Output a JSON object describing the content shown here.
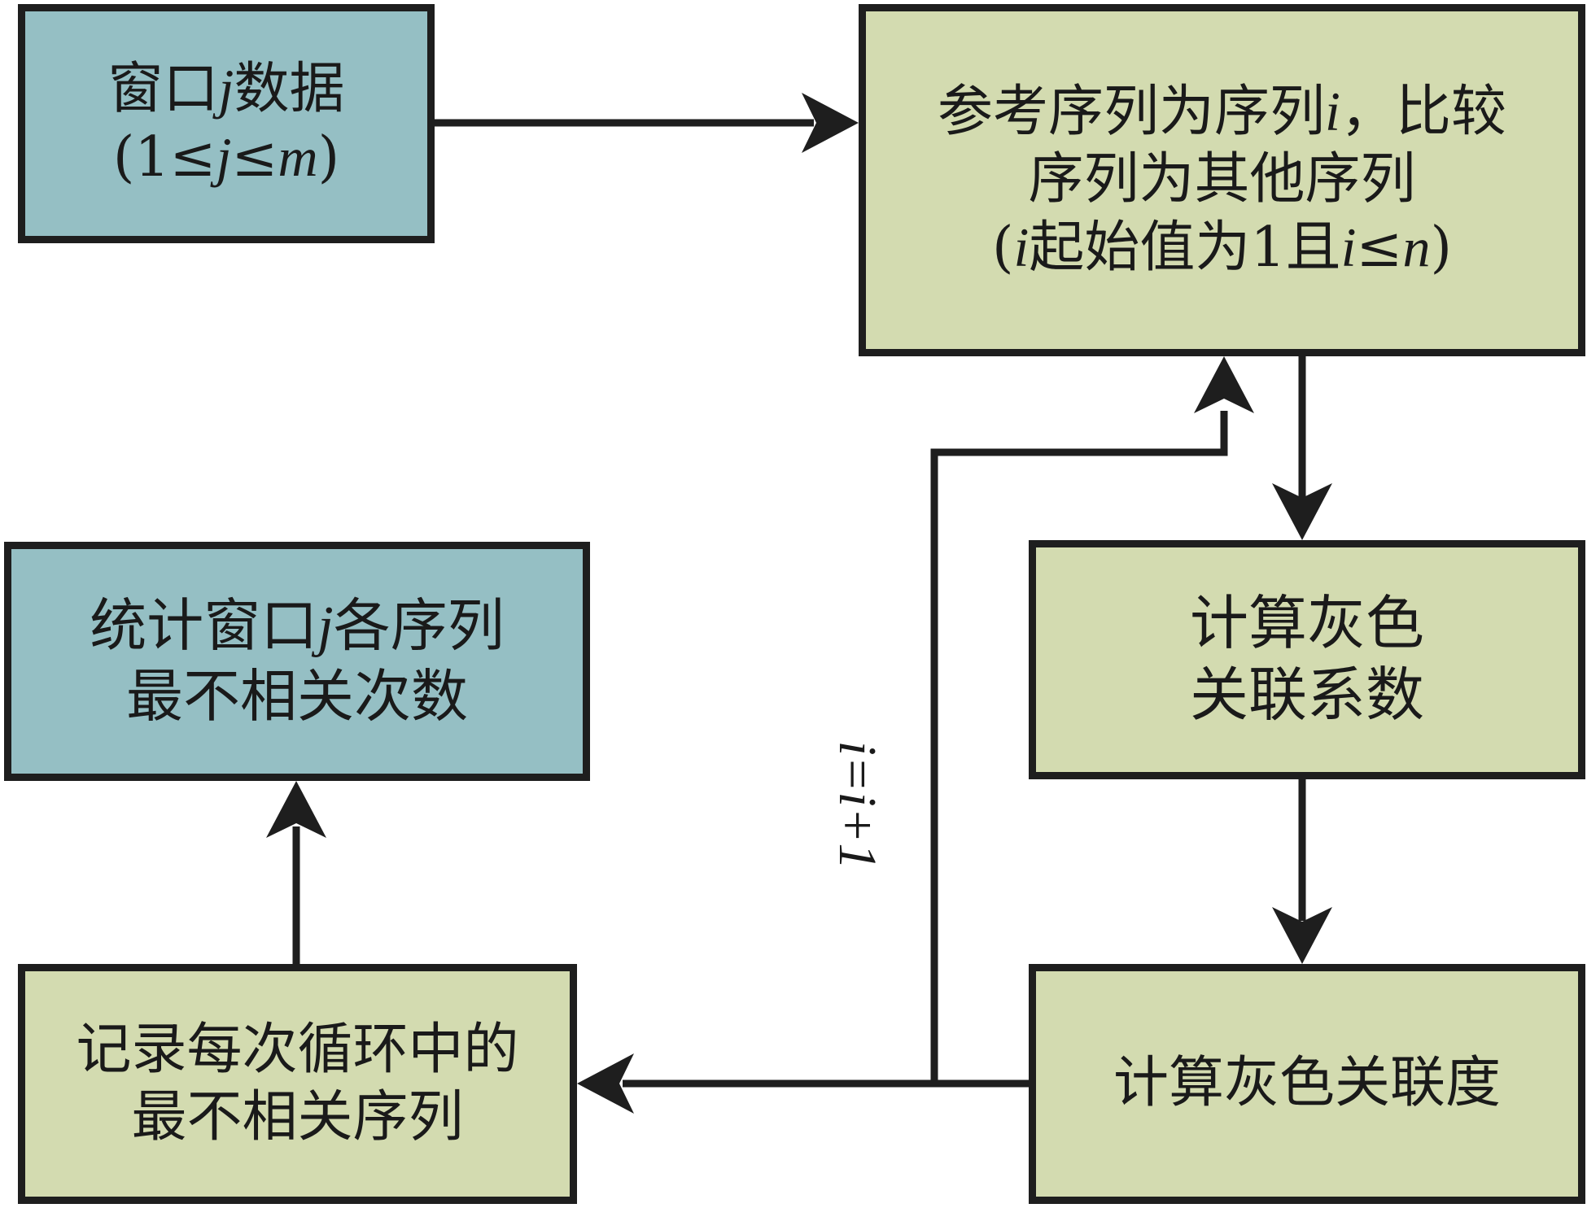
{
  "boxes": {
    "window_data": {
      "line1": {
        "a": "窗口",
        "var": "j",
        "b": "数据"
      },
      "line2": {
        "open": "(1≤",
        "var1": "j",
        "le": "≤",
        "var2": "m",
        "close": ")"
      }
    },
    "reference": {
      "line1": {
        "a": "参考序列为序列",
        "var": "i",
        "b": "，比较"
      },
      "line2": "序列为其他序列",
      "line3": {
        "open": "(",
        "var1": "i",
        "mid": "起始值为1且",
        "var2": "i",
        "le": "≤",
        "var3": "n",
        "close": ")"
      }
    },
    "count": {
      "line1": {
        "a": "统计窗口",
        "var": "j",
        "b": "各序列"
      },
      "line2": "最不相关次数"
    },
    "coefficient": {
      "line1": "计算灰色",
      "line2": "关联系数"
    },
    "record": {
      "line1": "记录每次循环中的",
      "line2": "最不相关序列"
    },
    "degree": {
      "line1": "计算灰色关联度"
    }
  },
  "loop_label": "i=i+1",
  "colors": {
    "teal_box": "#95bfc4",
    "green_box": "#d3dbb0",
    "stroke": "#1e1e1e"
  }
}
